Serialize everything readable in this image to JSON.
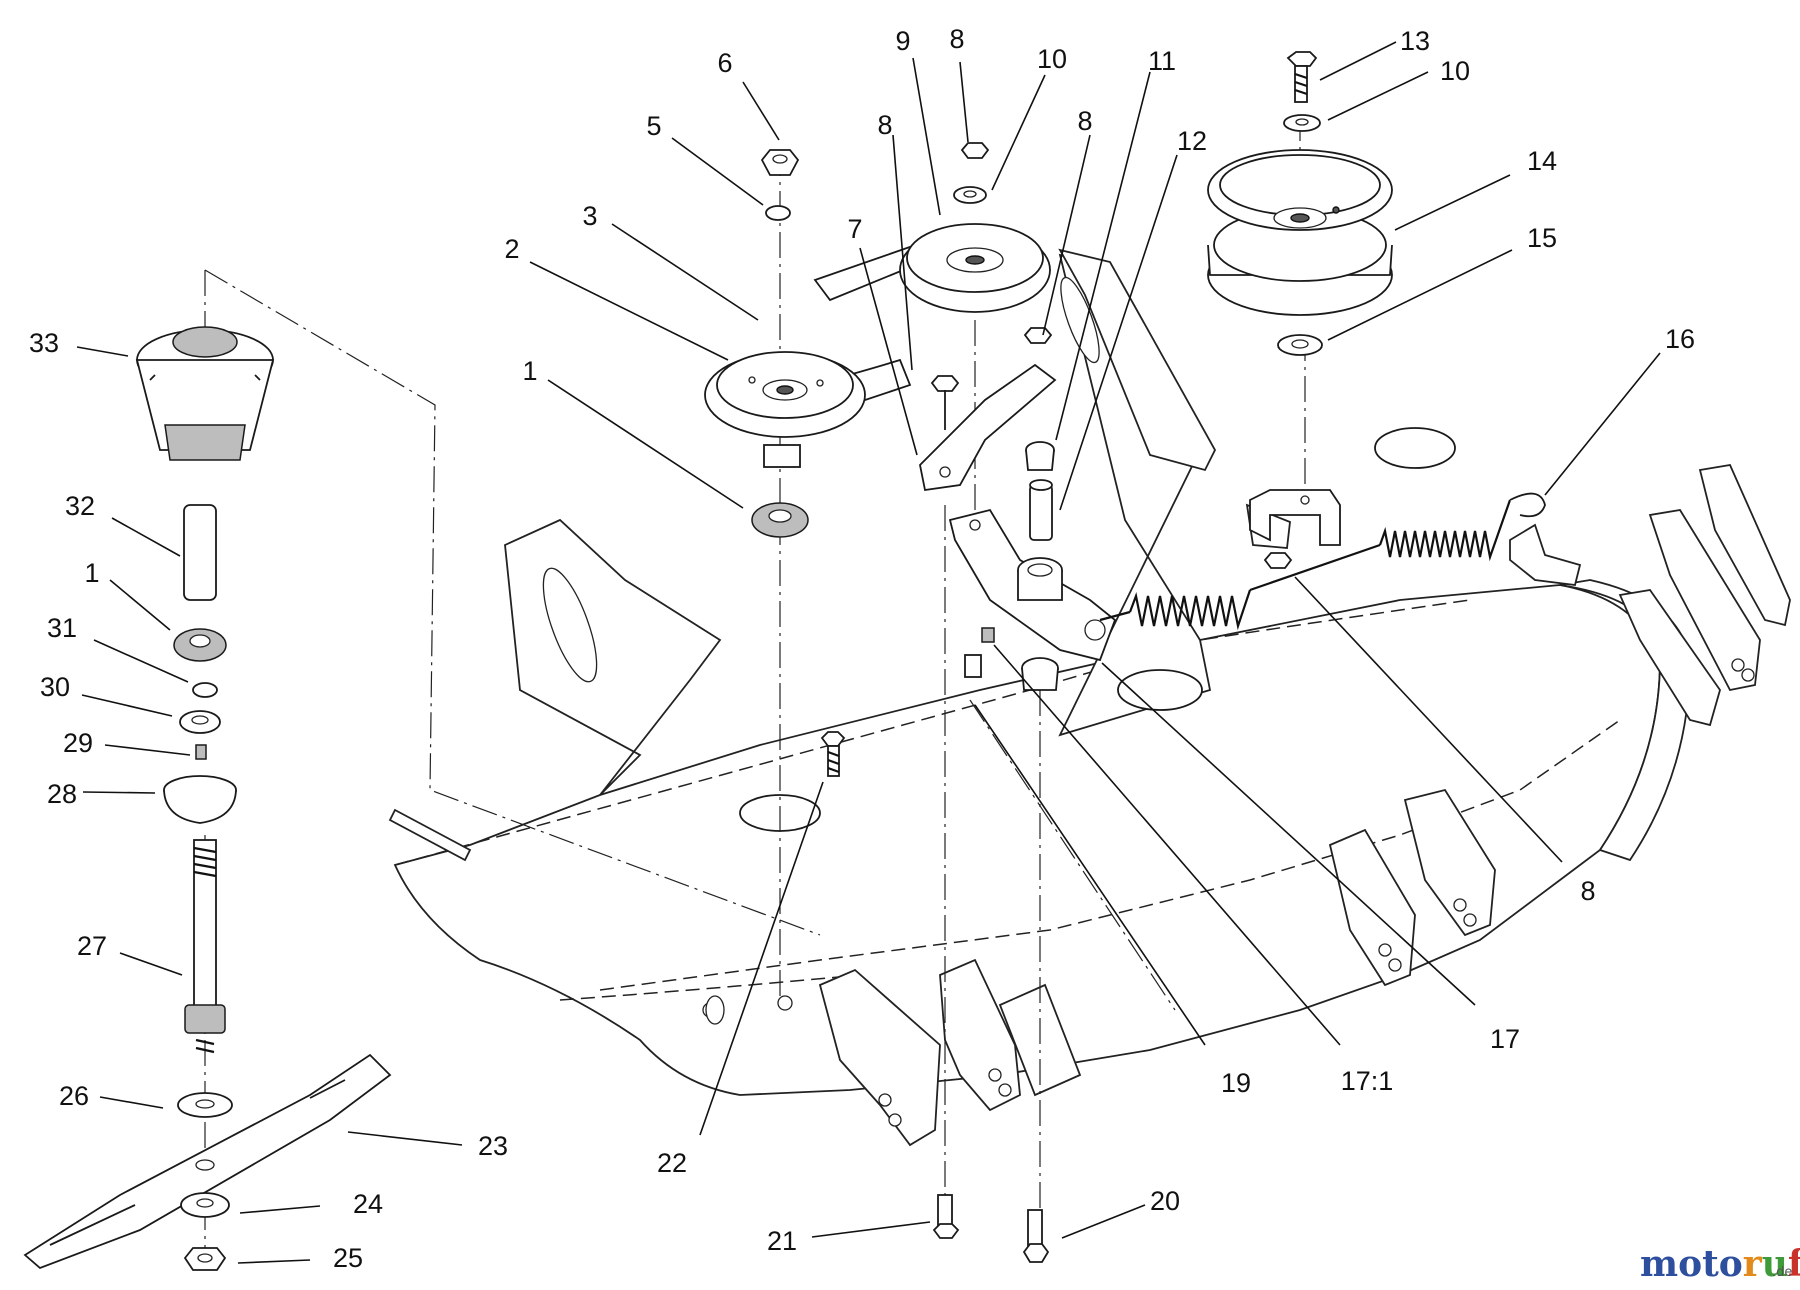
{
  "callouts": [
    {
      "label": "1"
    },
    {
      "label": "2"
    },
    {
      "label": "3"
    },
    {
      "label": "5"
    },
    {
      "label": "6"
    },
    {
      "label": "7"
    },
    {
      "label": "8"
    },
    {
      "label": "9"
    },
    {
      "label": "8"
    },
    {
      "label": "10"
    },
    {
      "label": "8"
    },
    {
      "label": "11"
    },
    {
      "label": "12"
    },
    {
      "label": "13"
    },
    {
      "label": "10"
    },
    {
      "label": "14"
    },
    {
      "label": "15"
    },
    {
      "label": "16"
    },
    {
      "label": "8"
    },
    {
      "label": "17"
    },
    {
      "label": "17:1"
    },
    {
      "label": "19"
    },
    {
      "label": "20"
    },
    {
      "label": "21"
    },
    {
      "label": "22"
    },
    {
      "label": "33"
    },
    {
      "label": "32"
    },
    {
      "label": "1"
    },
    {
      "label": "31"
    },
    {
      "label": "30"
    },
    {
      "label": "29"
    },
    {
      "label": "28"
    },
    {
      "label": "27"
    },
    {
      "label": "26"
    },
    {
      "label": "23"
    },
    {
      "label": "24"
    },
    {
      "label": "25"
    }
  ],
  "watermark": {
    "brand": [
      "mo",
      "to",
      "r",
      "u",
      "f"
    ],
    "colors": [
      "#2e4f9e",
      "#2e4f9e",
      "#e28a1c",
      "#3f9a3a",
      "#c8322b"
    ],
    "suffix": ".de"
  }
}
